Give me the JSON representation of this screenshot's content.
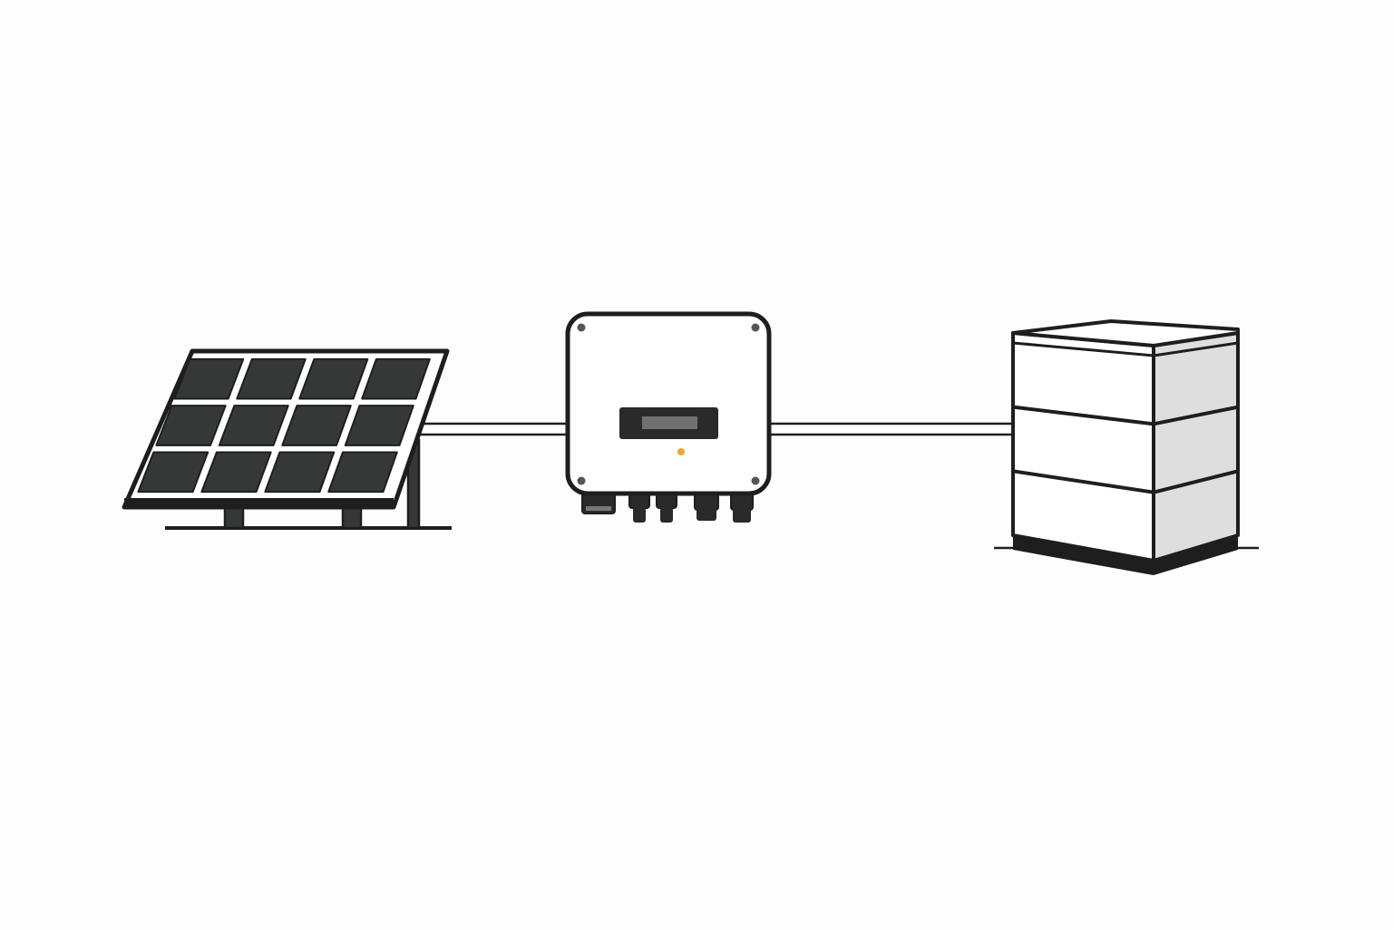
{
  "diagram": {
    "components": [
      {
        "id": "solar-panel",
        "icon": "solar-panel-icon",
        "cells": 12
      },
      {
        "id": "inverter",
        "icon": "inverter-icon",
        "status_light_color": "#f5a623"
      },
      {
        "id": "battery",
        "icon": "battery-stack-icon",
        "modules": 3
      }
    ],
    "connections": [
      {
        "from": "solar-panel",
        "to": "inverter"
      },
      {
        "from": "inverter",
        "to": "battery"
      }
    ],
    "colors": {
      "background": "#fdfdfd",
      "outline": "#1e1e1e",
      "panel_cell": "#363837",
      "inverter_body": "#ffffff",
      "inverter_display": "#2a2a2a",
      "inverter_display_screen": "#707070",
      "status_light": "#f5a623",
      "battery_front": "#ffffff",
      "battery_side": "#dedede",
      "battery_base": "#1e1e1e"
    }
  }
}
